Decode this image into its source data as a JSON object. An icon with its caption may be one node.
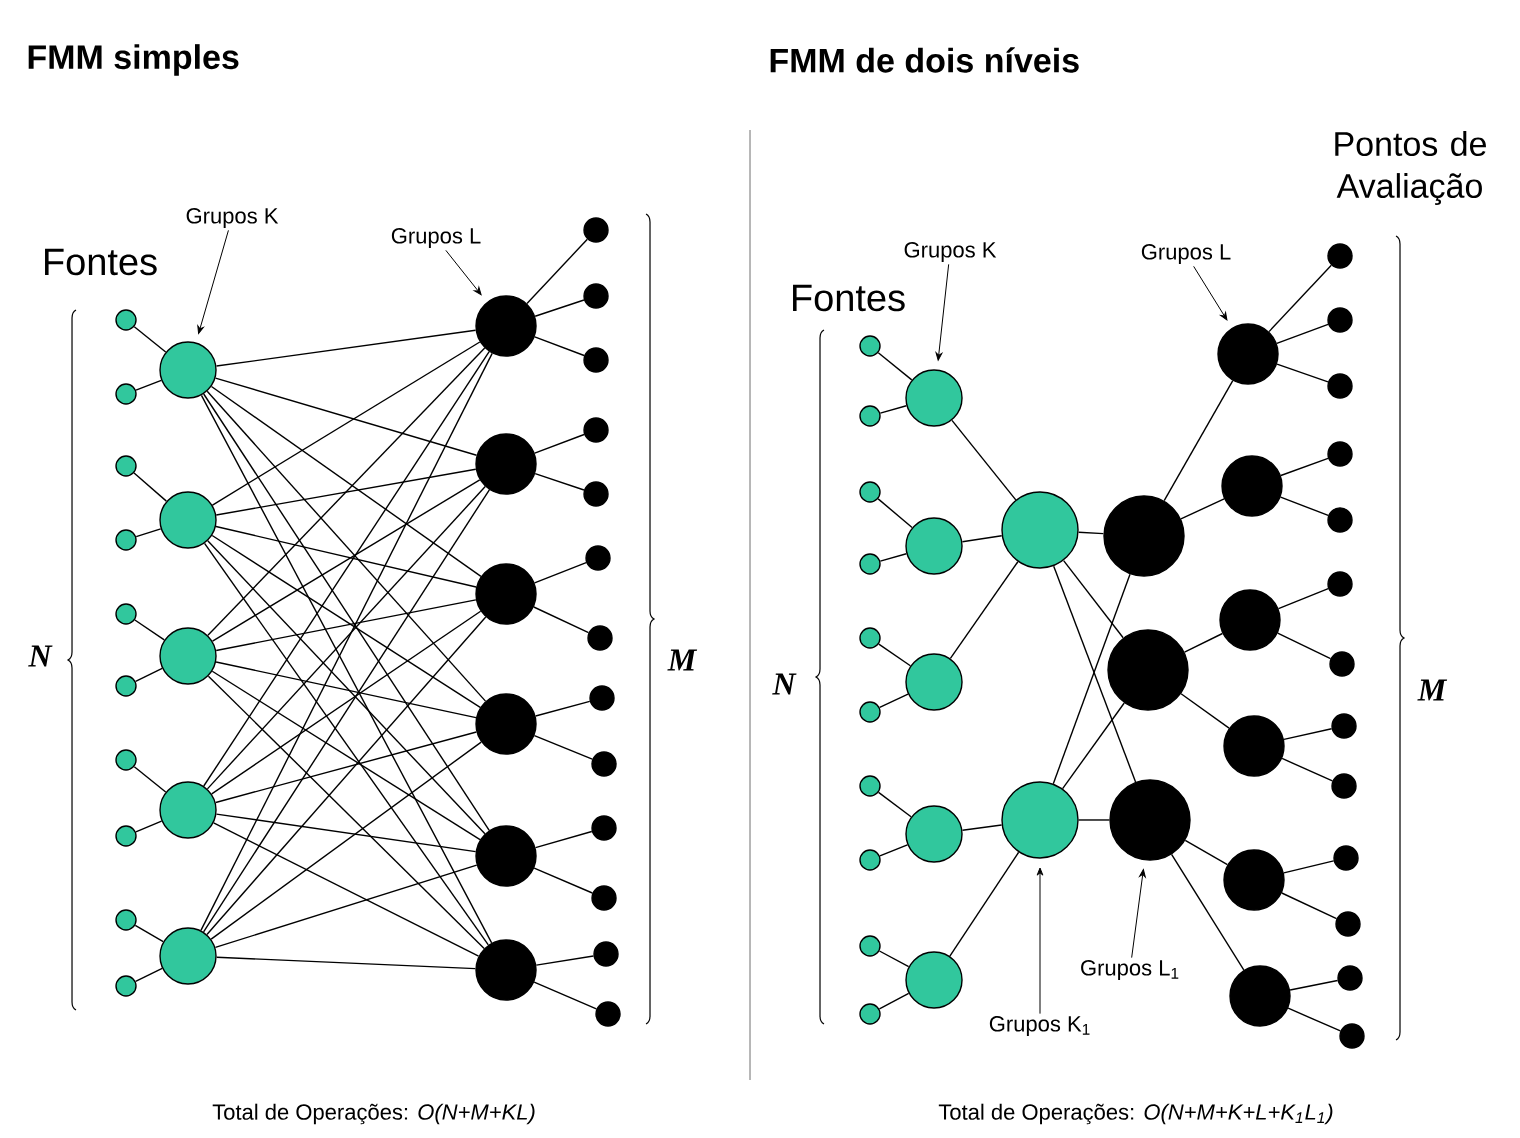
{
  "diagram": {
    "nodes": [
      {
        "text": [
          "Grupos K"
        ]
      },
      {
        "text": [
          "Grupos L"
        ]
      },
      {
        "text": [],
        "shape": "circle"
      },
      {
        "text": [],
        "shape": "circle"
      },
      {
        "text": [],
        "shape": "circle"
      },
      {
        "text": [],
        "shape": "circle"
      },
      {
        "text": [],
        "shape": "circle"
      },
      {
        "text": [],
        "shape": "circle"
      },
      {
        "text": [],
        "shape": "circle"
      },
      {
        "text": [],
        "shape": "circle"
      },
      {
        "text": [],
        "shape": "circle"
      },
      {
        "text": [],
        "shape": "circle"
      },
      {
        "text": [],
        "shape": "circle"
      },
      {
        "text": [],
        "shape": "circle"
      },
      {
        "text": [],
        "shape": "circle"
      },
      {
        "text": [],
        "shape": "circle"
      },
      {
        "text": [],
        "shape": "circle"
      },
      {
        "text": [],
        "shape": "circle"
      },
      {
        "text": [],
        "shape": "circle"
      },
      {
        "text": [],
        "shape": "circle"
      },
      {
        "text": [],
        "shape": "circle"
      },
      {
        "text": [],
        "shape": "circle"
      },
      {
        "text": [],
        "shape": "circle"
      },
      {
        "text": [],
        "shape": "circle"
      },
      {
        "text": [],
        "shape": "circle"
      },
      {
        "text": [],
        "shape": "circle"
      },
      {
        "text": [],
        "shape": "circle"
      },
      {
        "text": [],
        "shape": "circle"
      },
      {
        "text": [],
        "shape": "circle"
      },
      {
        "text": [],
        "shape": "circle"
      },
      {
        "text": [],
        "shape": "circle"
      },
      {
        "text": [],
        "shape": "circle"
      },
      {
        "text": [],
        "shape": "circle"
      },
      {
        "text": [],
        "shape": "circle"
      },
      {
        "text": [],
        "shape": "circle"
      },
      {
        "text": [],
        "shape": "circle"
      },
      {
        "text": [
          "Grupos K"
        ]
      },
      {
        "text": [
          "Grupos L"
        ]
      },
      {
        "text": [
          "Grupos L$_{1}$"
        ]
      },
      {
        "text": [
          "Grupos K$_{1}$"
        ]
      },
      {
        "text": [],
        "shape": "circle"
      },
      {
        "text": [],
        "shape": "circle"
      },
      {
        "text": [],
        "shape": "circle"
      },
      {
        "text": [],
        "shape": "circle"
      },
      {
        "text": [],
        "shape": "circle"
      },
      {
        "text": [],
        "shape": "circle"
      },
      {
        "text": [],
        "shape": "circle"
      },
      {
        "text": [],
        "shape": "circle"
      },
      {
        "text": [],
        "shape": "circle"
      },
      {
        "text": [],
        "shape": "circle"
      },
      {
        "text": [],
        "shape": "circle"
      },
      {
        "text": [],
        "shape": "circle"
      },
      {
        "text": [],
        "shape": "circle"
      },
      {
        "text": [],
        "shape": "circle"
      },
      {
        "text": [],
        "shape": "circle"
      },
      {
        "text": [],
        "shape": "circle"
      },
      {
        "text": [],
        "shape": "circle"
      },
      {
        "text": [],
        "shape": "circle"
      },
      {
        "text": [],
        "shape": "circle"
      },
      {
        "text": [],
        "shape": "circle"
      },
      {
        "text": [],
        "shape": "circle"
      },
      {
        "text": [],
        "shape": "circle"
      },
      {
        "text": [],
        "shape": "circle"
      },
      {
        "text": [],
        "shape": "circle"
      },
      {
        "text": [],
        "shape": "circle"
      },
      {
        "text": [],
        "shape": "circle"
      },
      {
        "text": [],
        "shape": "circle"
      },
      {
        "text": [],
        "shape": "circle"
      },
      {
        "text": [],
        "shape": "circle"
      },
      {
        "text": [],
        "shape": "circle"
      },
      {
        "text": [],
        "shape": "circle"
      },
      {
        "text": [],
        "shape": "circle"
      },
      {
        "text": [],
        "shape": "circle"
      },
      {
        "text": [],
        "shape": "circle"
      },
      {
        "text": [],
        "shape": "circle"
      },
      {
        "text": [],
        "shape": "circle"
      },
      {
        "text": [],
        "shape": "circle"
      },
      {
        "text": [],
        "shape": "circle"
      },
      {
        "text": [],
        "shape": "circle"
      }
    ],
    "edges": [
      {
        "from": 0,
        "to": 12,
        "arrow": "to"
      },
      {
        "from": 1,
        "to": 17,
        "arrow": "to"
      },
      {
        "from": 2,
        "to": 12,
        "arrow": "none"
      },
      {
        "from": 3,
        "to": 12,
        "arrow": "none"
      },
      {
        "from": 4,
        "to": 13,
        "arrow": "none"
      },
      {
        "from": 5,
        "to": 13,
        "arrow": "none"
      },
      {
        "from": 6,
        "to": 14,
        "arrow": "none"
      },
      {
        "from": 7,
        "to": 14,
        "arrow": "none"
      },
      {
        "from": 8,
        "to": 15,
        "arrow": "none"
      },
      {
        "from": 9,
        "to": 15,
        "arrow": "none"
      },
      {
        "from": 10,
        "to": 16,
        "arrow": "none"
      },
      {
        "from": 11,
        "to": 16,
        "arrow": "none"
      },
      {
        "from": 12,
        "to": 17,
        "arrow": "none"
      },
      {
        "from": 12,
        "to": 18,
        "arrow": "none"
      },
      {
        "from": 12,
        "to": 19,
        "arrow": "none"
      },
      {
        "from": 12,
        "to": 20,
        "arrow": "none"
      },
      {
        "from": 12,
        "to": 21,
        "arrow": "none"
      },
      {
        "from": 12,
        "to": 22,
        "arrow": "none"
      },
      {
        "from": 13,
        "to": 17,
        "arrow": "none"
      },
      {
        "from": 13,
        "to": 18,
        "arrow": "none"
      },
      {
        "from": 13,
        "to": 19,
        "arrow": "none"
      },
      {
        "from": 13,
        "to": 20,
        "arrow": "none"
      },
      {
        "from": 13,
        "to": 21,
        "arrow": "none"
      },
      {
        "from": 13,
        "to": 22,
        "arrow": "none"
      },
      {
        "from": 14,
        "to": 17,
        "arrow": "none"
      },
      {
        "from": 14,
        "to": 18,
        "arrow": "none"
      },
      {
        "from": 14,
        "to": 19,
        "arrow": "none"
      },
      {
        "from": 14,
        "to": 20,
        "arrow": "none"
      },
      {
        "from": 14,
        "to": 21,
        "arrow": "none"
      },
      {
        "from": 14,
        "to": 22,
        "arrow": "none"
      },
      {
        "from": 15,
        "to": 17,
        "arrow": "none"
      },
      {
        "from": 15,
        "to": 18,
        "arrow": "none"
      },
      {
        "from": 15,
        "to": 19,
        "arrow": "none"
      },
      {
        "from": 15,
        "to": 20,
        "arrow": "none"
      },
      {
        "from": 15,
        "to": 21,
        "arrow": "none"
      },
      {
        "from": 15,
        "to": 22,
        "arrow": "none"
      },
      {
        "from": 16,
        "to": 17,
        "arrow": "none"
      },
      {
        "from": 16,
        "to": 18,
        "arrow": "none"
      },
      {
        "from": 16,
        "to": 19,
        "arrow": "none"
      },
      {
        "from": 16,
        "to": 20,
        "arrow": "none"
      },
      {
        "from": 16,
        "to": 21,
        "arrow": "none"
      },
      {
        "from": 16,
        "to": 22,
        "arrow": "none"
      },
      {
        "from": 17,
        "to": 23,
        "arrow": "none"
      },
      {
        "from": 17,
        "to": 24,
        "arrow": "none"
      },
      {
        "from": 17,
        "to": 25,
        "arrow": "none"
      },
      {
        "from": 18,
        "to": 26,
        "arrow": "none"
      },
      {
        "from": 18,
        "to": 27,
        "arrow": "none"
      },
      {
        "from": 19,
        "to": 28,
        "arrow": "none"
      },
      {
        "from": 19,
        "to": 29,
        "arrow": "none"
      },
      {
        "from": 20,
        "to": 30,
        "arrow": "none"
      },
      {
        "from": 20,
        "to": 31,
        "arrow": "none"
      },
      {
        "from": 21,
        "to": 32,
        "arrow": "none"
      },
      {
        "from": 21,
        "to": 33,
        "arrow": "none"
      },
      {
        "from": 22,
        "to": 34,
        "arrow": "none"
      },
      {
        "from": 22,
        "to": 35,
        "arrow": "none"
      },
      {
        "from": 36,
        "to": 50,
        "arrow": "to"
      },
      {
        "from": 37,
        "to": 60,
        "arrow": "to"
      },
      {
        "from": 38,
        "to": 59,
        "arrow": "to"
      },
      {
        "from": 39,
        "to": 56,
        "arrow": "to"
      },
      {
        "from": 40,
        "to": 50,
        "arrow": "none"
      },
      {
        "from": 41,
        "to": 50,
        "arrow": "none"
      },
      {
        "from": 42,
        "to": 51,
        "arrow": "none"
      },
      {
        "from": 43,
        "to": 51,
        "arrow": "none"
      },
      {
        "from": 44,
        "to": 52,
        "arrow": "none"
      },
      {
        "from": 45,
        "to": 52,
        "arrow": "none"
      },
      {
        "from": 46,
        "to": 53,
        "arrow": "none"
      },
      {
        "from": 47,
        "to": 53,
        "arrow": "none"
      },
      {
        "from": 48,
        "to": 54,
        "arrow": "none"
      },
      {
        "from": 49,
        "to": 54,
        "arrow": "none"
      },
      {
        "from": 50,
        "to": 55,
        "arrow": "none"
      },
      {
        "from": 51,
        "to": 55,
        "arrow": "none"
      },
      {
        "from": 52,
        "to": 55,
        "arrow": "none"
      },
      {
        "from": 53,
        "to": 56,
        "arrow": "none"
      },
      {
        "from": 54,
        "to": 56,
        "arrow": "none"
      },
      {
        "from": 55,
        "to": 57,
        "arrow": "none"
      },
      {
        "from": 55,
        "to": 58,
        "arrow": "none"
      },
      {
        "from": 55,
        "to": 59,
        "arrow": "none"
      },
      {
        "from": 56,
        "to": 57,
        "arrow": "none"
      },
      {
        "from": 56,
        "to": 58,
        "arrow": "none"
      },
      {
        "from": 56,
        "to": 59,
        "arrow": "none"
      },
      {
        "from": 57,
        "to": 60,
        "arrow": "none"
      },
      {
        "from": 57,
        "to": 61,
        "arrow": "none"
      },
      {
        "from": 58,
        "to": 62,
        "arrow": "none"
      },
      {
        "from": 58,
        "to": 63,
        "arrow": "none"
      },
      {
        "from": 59,
        "to": 64,
        "arrow": "none"
      },
      {
        "from": 59,
        "to": 65,
        "arrow": "none"
      },
      {
        "from": 60,
        "to": 66,
        "arrow": "none"
      },
      {
        "from": 60,
        "to": 67,
        "arrow": "none"
      },
      {
        "from": 60,
        "to": 68,
        "arrow": "none"
      },
      {
        "from": 61,
        "to": 69,
        "arrow": "none"
      },
      {
        "from": 61,
        "to": 70,
        "arrow": "none"
      },
      {
        "from": 62,
        "to": 71,
        "arrow": "none"
      },
      {
        "from": 62,
        "to": 72,
        "arrow": "none"
      },
      {
        "from": 63,
        "to": 73,
        "arrow": "none"
      },
      {
        "from": 63,
        "to": 74,
        "arrow": "none"
      },
      {
        "from": 64,
        "to": 75,
        "arrow": "none"
      },
      {
        "from": 64,
        "to": 76,
        "arrow": "none"
      },
      {
        "from": 65,
        "to": 77,
        "arrow": "none"
      },
      {
        "from": 65,
        "to": 78,
        "arrow": "none"
      }
    ],
    "labels": [
      "FMM simples",
      "FMM de dois níveis",
      "Pontos de Avaliação",
      "Fontes",
      "Fontes",
      "N",
      "M",
      "N",
      "M",
      "Total de Operações: *O(N+M+KL)*",
      "Total de Operações: *O(N+M+K+L+K$_{1}$L$_{1}$)*"
    ]
  }
}
